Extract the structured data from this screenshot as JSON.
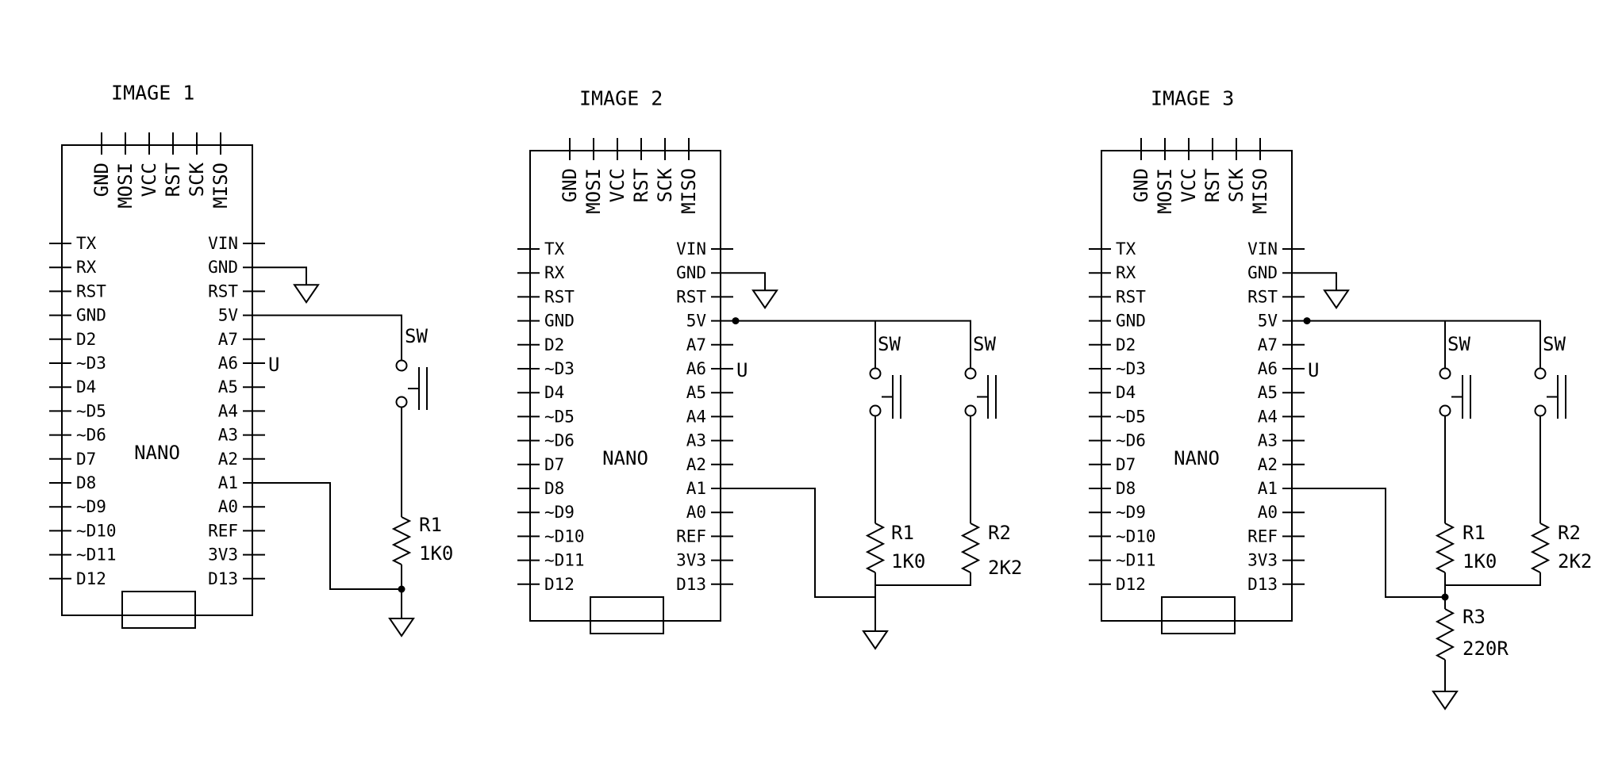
{
  "diagrams": [
    {
      "title": "IMAGE 1",
      "board_label": "NANO",
      "top_pins": [
        "GND",
        "MOSI",
        "VCC",
        "RST",
        "SCK",
        "MISO"
      ],
      "left_pins": [
        "TX",
        "RX",
        "RST",
        "GND",
        "D2",
        "~D3",
        "D4",
        "~D5",
        "~D6",
        "D7",
        "D8",
        "~D9",
        "~D10",
        "~D11",
        "D12"
      ],
      "right_pins": [
        "VIN",
        "GND",
        "RST",
        "5V",
        "A7",
        "A6",
        "A5",
        "A4",
        "A3",
        "A2",
        "A1",
        "A0",
        "REF",
        "3V3",
        "D13"
      ],
      "side_mark": "U",
      "switches": [
        {
          "label": "SW"
        }
      ],
      "resistors": [
        {
          "name": "R1",
          "value": "1K0"
        }
      ]
    },
    {
      "title": "IMAGE 2",
      "board_label": "NANO",
      "top_pins": [
        "GND",
        "MOSI",
        "VCC",
        "RST",
        "SCK",
        "MISO"
      ],
      "left_pins": [
        "TX",
        "RX",
        "RST",
        "GND",
        "D2",
        "~D3",
        "D4",
        "~D5",
        "~D6",
        "D7",
        "D8",
        "~D9",
        "~D10",
        "~D11",
        "D12"
      ],
      "right_pins": [
        "VIN",
        "GND",
        "RST",
        "5V",
        "A7",
        "A6",
        "A5",
        "A4",
        "A3",
        "A2",
        "A1",
        "A0",
        "REF",
        "3V3",
        "D13"
      ],
      "side_mark": "U",
      "switches": [
        {
          "label": "SW"
        },
        {
          "label": "SW"
        }
      ],
      "resistors": [
        {
          "name": "R1",
          "value": "1K0"
        },
        {
          "name": "R2",
          "value": "2K2"
        }
      ]
    },
    {
      "title": "IMAGE 3",
      "board_label": "NANO",
      "top_pins": [
        "GND",
        "MOSI",
        "VCC",
        "RST",
        "SCK",
        "MISO"
      ],
      "left_pins": [
        "TX",
        "RX",
        "RST",
        "GND",
        "D2",
        "~D3",
        "D4",
        "~D5",
        "~D6",
        "D7",
        "D8",
        "~D9",
        "~D10",
        "~D11",
        "D12"
      ],
      "right_pins": [
        "VIN",
        "GND",
        "RST",
        "5V",
        "A7",
        "A6",
        "A5",
        "A4",
        "A3",
        "A2",
        "A1",
        "A0",
        "REF",
        "3V3",
        "D13"
      ],
      "side_mark": "U",
      "switches": [
        {
          "label": "SW"
        },
        {
          "label": "SW"
        }
      ],
      "resistors": [
        {
          "name": "R1",
          "value": "1K0"
        },
        {
          "name": "R2",
          "value": "2K2"
        },
        {
          "name": "R3",
          "value": "220R"
        }
      ]
    }
  ]
}
